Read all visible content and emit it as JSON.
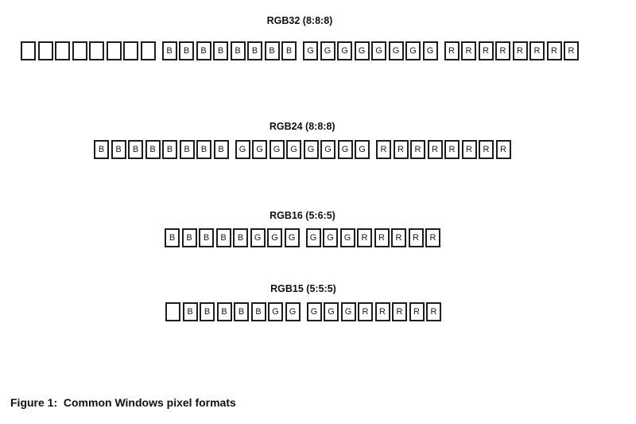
{
  "figure": {
    "caption": "Figure 1:  Common Windows pixel formats",
    "formats": [
      {
        "id": "rgb32",
        "title": "RGB32 (8:8:8)",
        "groups": [
          [
            "",
            "",
            "",
            "",
            "",
            "",
            "",
            ""
          ],
          [
            "B",
            "B",
            "B",
            "B",
            "B",
            "B",
            "B",
            "B"
          ],
          [
            "G",
            "G",
            "G",
            "G",
            "G",
            "G",
            "G",
            "G"
          ],
          [
            "R",
            "R",
            "R",
            "R",
            "R",
            "R",
            "R",
            "R"
          ]
        ]
      },
      {
        "id": "rgb24",
        "title": "RGB24 (8:8:8)",
        "groups": [
          [
            "B",
            "B",
            "B",
            "B",
            "B",
            "B",
            "B",
            "B"
          ],
          [
            "G",
            "G",
            "G",
            "G",
            "G",
            "G",
            "G",
            "G"
          ],
          [
            "R",
            "R",
            "R",
            "R",
            "R",
            "R",
            "R",
            "R"
          ]
        ]
      },
      {
        "id": "rgb16",
        "title": "RGB16 (5:6:5)",
        "groups": [
          [
            "B",
            "B",
            "B",
            "B",
            "B",
            "G",
            "G",
            "G"
          ],
          [
            "G",
            "G",
            "G",
            "R",
            "R",
            "R",
            "R",
            "R"
          ]
        ]
      },
      {
        "id": "rgb15",
        "title": "RGB15 (5:5:5)",
        "groups": [
          [
            "",
            "B",
            "B",
            "B",
            "B",
            "B",
            "G",
            "G"
          ],
          [
            "G",
            "G",
            "G",
            "R",
            "R",
            "R",
            "R",
            "R"
          ]
        ]
      }
    ]
  },
  "colors": {
    "background": "#ffffff",
    "border": "#1e1e1e",
    "text": "#111111"
  }
}
